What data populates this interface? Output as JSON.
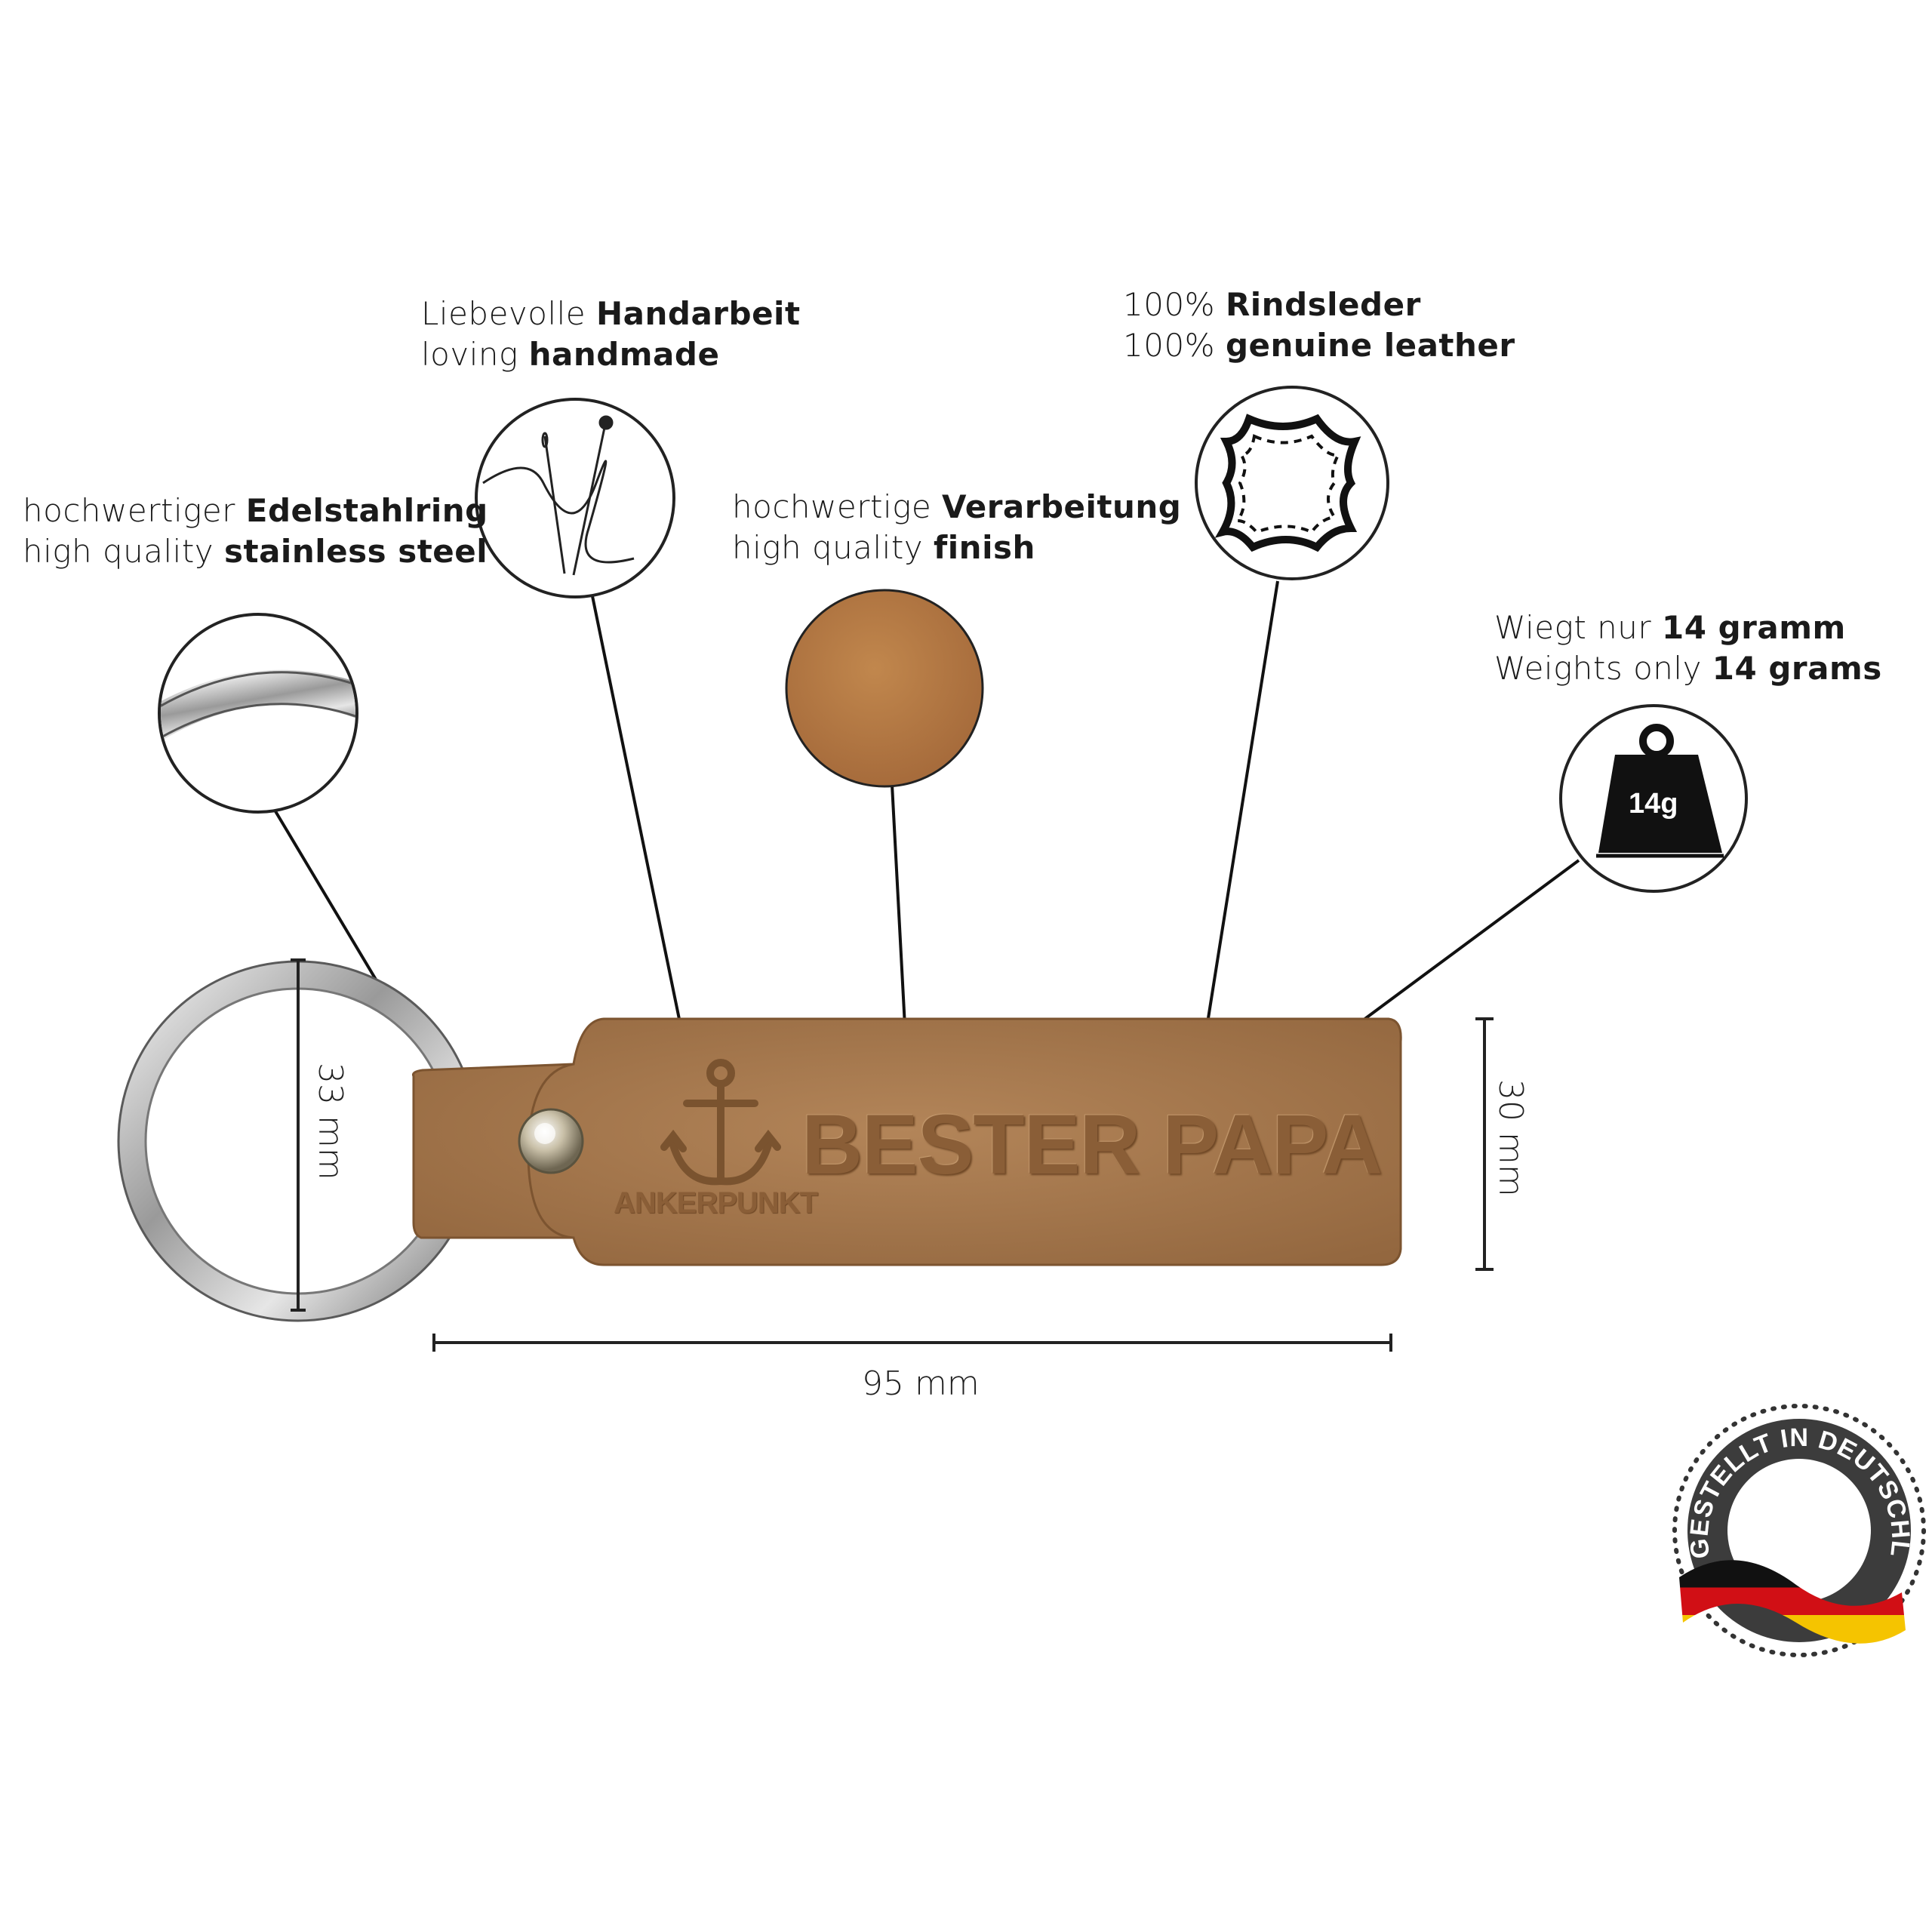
{
  "features": [
    {
      "id": "ring",
      "line1_pre": "hochwertiger ",
      "line1_bold": "Edelstahlring",
      "line2_pre": "high quality ",
      "line2_bold": "stainless steel"
    },
    {
      "id": "handmade",
      "line1_pre": "Liebevolle ",
      "line1_bold": "Handarbeit",
      "line2_pre": "loving ",
      "line2_bold": "handmade"
    },
    {
      "id": "finish",
      "line1_pre": "hochwertige ",
      "line1_bold": "Verarbeitung",
      "line2_pre": "high quality ",
      "line2_bold": "finish"
    },
    {
      "id": "leather",
      "line1_pre": "100% ",
      "line1_bold": "Rindsleder",
      "line2_pre": "100% ",
      "line2_bold": "genuine leather"
    },
    {
      "id": "weight",
      "line1_pre": "Wiegt nur ",
      "line1_bold": "14 gramm",
      "line2_pre": "Weights only ",
      "line2_bold": "14 grams"
    }
  ],
  "weight_icon_text": "14g",
  "product": {
    "brand": "ANKERPUNKT",
    "engraving": "BESTER PAPA"
  },
  "dimensions": {
    "ring": "33 mm",
    "height": "30 mm",
    "length": "95 mm"
  },
  "badge": {
    "text": "HERGESTELLT IN DEUTSCHLAND"
  },
  "colors": {
    "leather": "#a87a4f",
    "leather_dark": "#8c6039",
    "finish_swatch": "#b4773f",
    "ink": "#111111"
  }
}
